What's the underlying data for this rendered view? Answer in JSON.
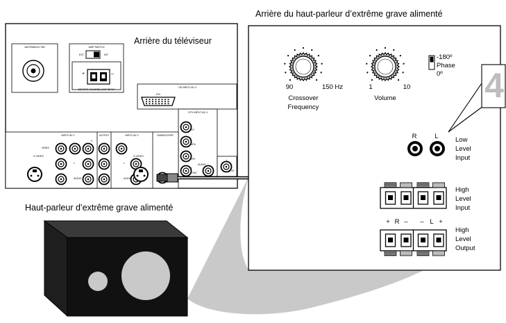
{
  "titles": {
    "tv_rear": "Arrière du téléviseur",
    "sub_rear": "Arrière du haut-parleur d’extrême grave alimenté",
    "powered_sub": "Haut-parleur d’extrême grave alimenté"
  },
  "step": {
    "number": "4"
  },
  "tv_panel": {
    "antenna": "ANTENNA IN 75Ω",
    "amp_switch": "AMP SWITCH",
    "ext": "EXT",
    "int": "INT",
    "plus": "+",
    "minus": "–",
    "center_channel": "CENTER CHANNEL AMP INPUT",
    "hd_input": "HD INPUT-AV 4",
    "dvi": "DVI",
    "dtv_input": "DTV INPUT-AV 4",
    "ypbpr": [
      "G/Y",
      "B/Pb",
      "R/Pr"
    ],
    "v": "V",
    "sync": "SYNC",
    "input_av1": "INPUT-AV 1",
    "output": "OUTPUT",
    "input_av2": "INPUT-AV 2",
    "subwoofer": "SUBWOOFER",
    "video": "VIDEO",
    "svideo": "S-VIDEO",
    "audio": "AUDIO",
    "l": "L",
    "r": "R"
  },
  "sub_panel": {
    "crossover": {
      "min": "90",
      "max": "150 Hz",
      "label_line1": "Crossover",
      "label_line2": "Frequency"
    },
    "volume": {
      "min": "1",
      "max": "10",
      "label": "Volume"
    },
    "phase": {
      "top": "-180º",
      "label": "Phase",
      "bottom": "0º"
    },
    "low_level_input": {
      "r": "R",
      "l": "L",
      "label": [
        "Low",
        "Level",
        "Input"
      ]
    },
    "high_level_input": {
      "label": [
        "High",
        "Level",
        "Input"
      ]
    },
    "polarity": [
      "+",
      "R",
      "–",
      "–",
      "L",
      "+"
    ],
    "high_level_output": {
      "label": [
        "High",
        "Level",
        "Output"
      ]
    }
  }
}
